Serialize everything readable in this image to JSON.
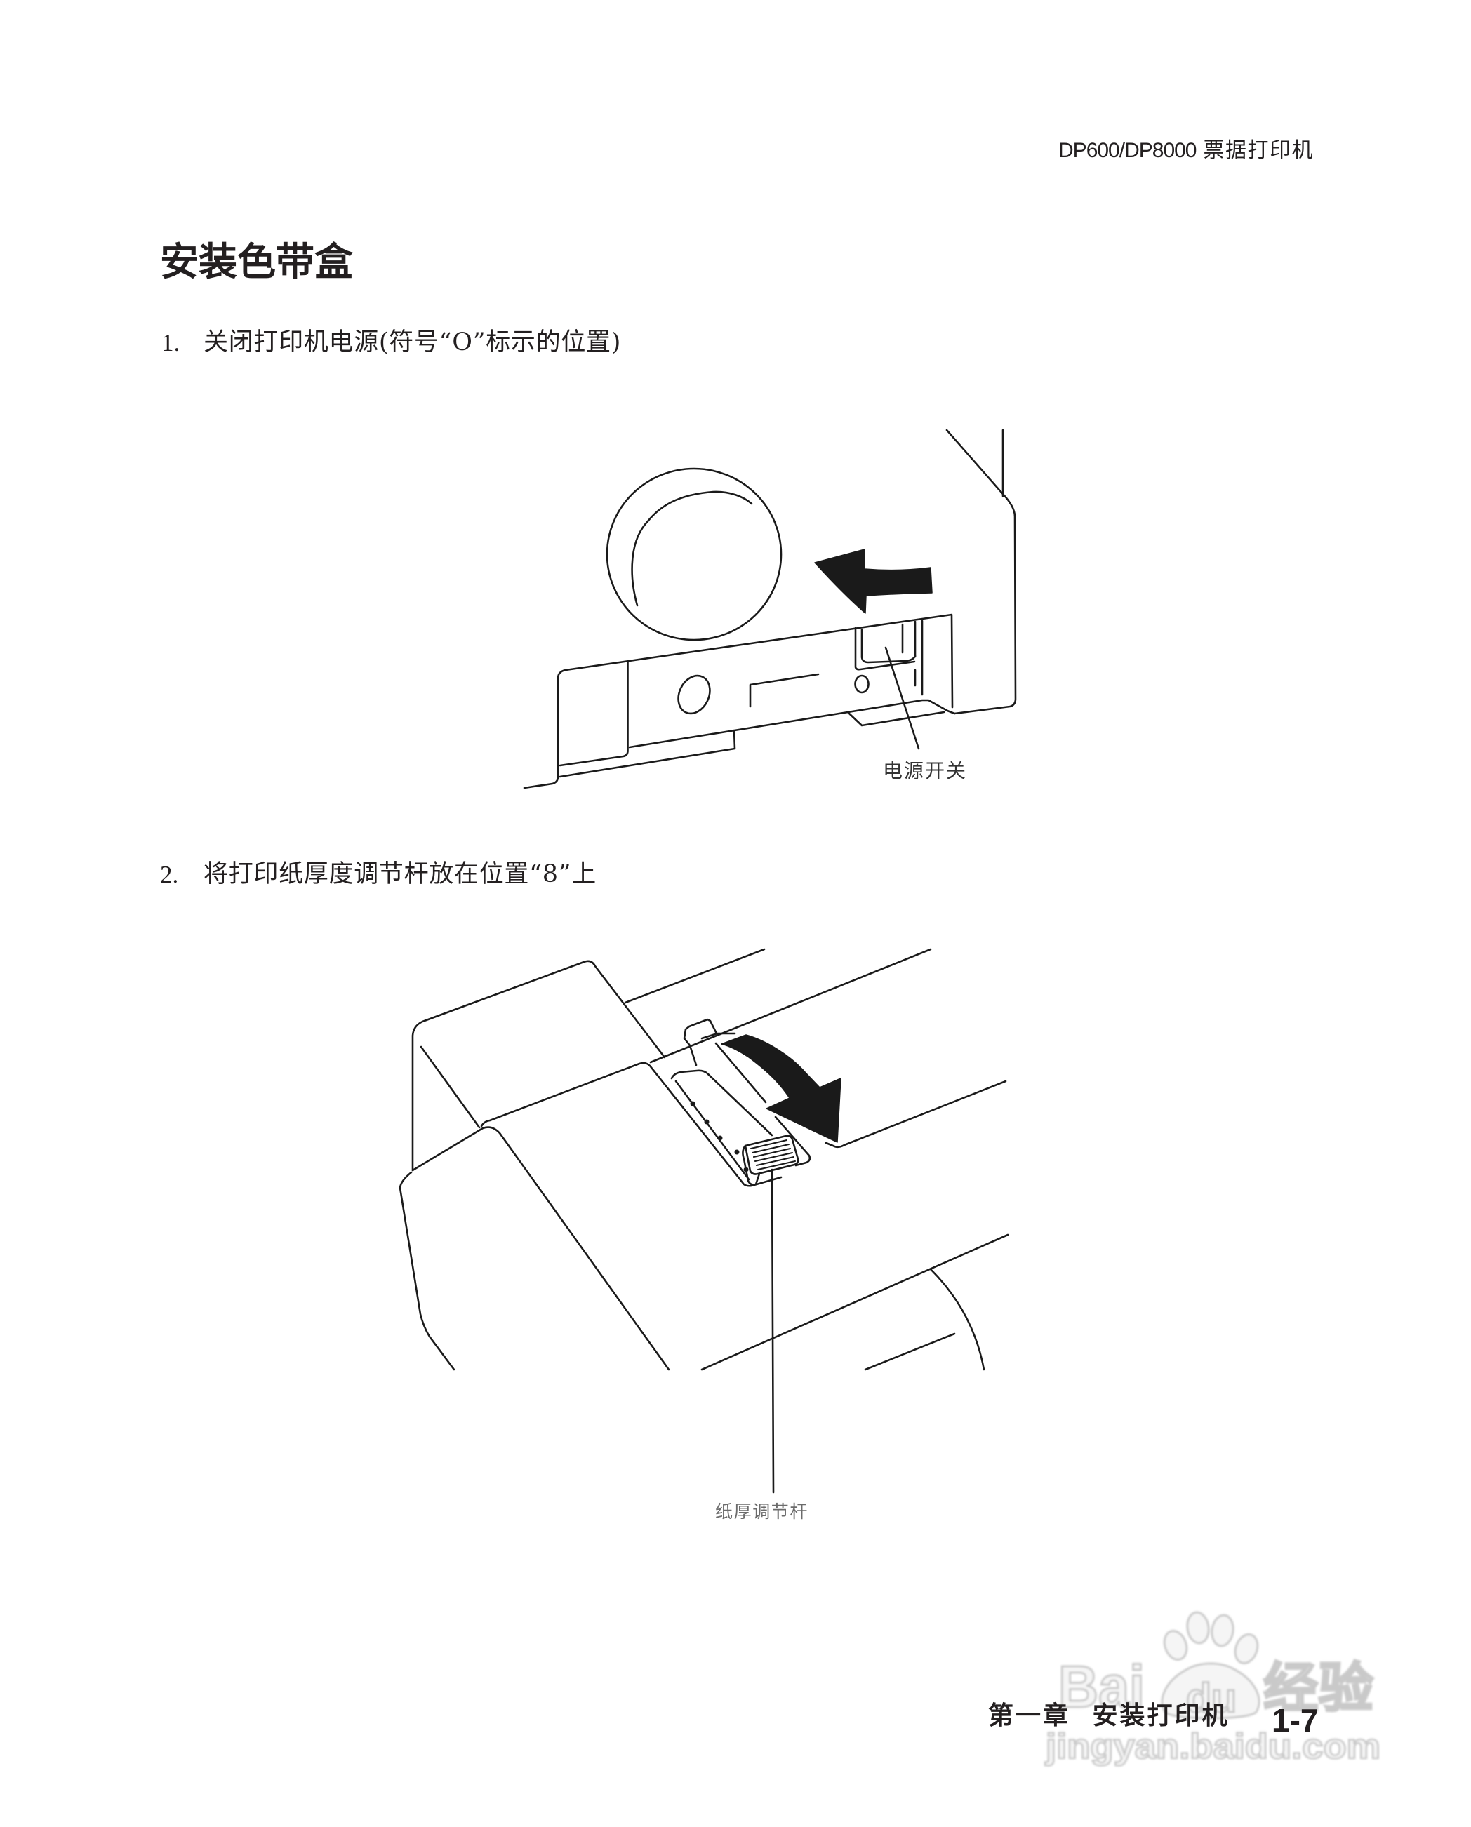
{
  "header": {
    "model": "DP600/DP8000",
    "product": "票据打印机"
  },
  "section": {
    "title": "安装色带盒"
  },
  "steps": [
    {
      "number": "1.",
      "text": "关闭打印机电源(符号“O”标示的位置)"
    },
    {
      "number": "2.",
      "text": "将打印纸厚度调节杆放在位置“8”上"
    }
  ],
  "figures": [
    {
      "callout": "电源开关",
      "arrow_icon": "curved-arrow-left"
    },
    {
      "callout": "纸厚调节杆",
      "arrow_icon": "curved-arrow-down-right"
    }
  ],
  "footer": {
    "chapter": "第一章 安装打印机",
    "page_number": "1-7"
  },
  "watermark": {
    "logo_left": "Bai",
    "logo_paw": "du",
    "logo_right": "经验",
    "url": "jingyan.baidu.com"
  },
  "colors": {
    "text": "#231f20",
    "line_art": "#1a1a1a",
    "callout_gray": "#6b6b6b",
    "watermark_outline": "#c4c4c4",
    "background": "#ffffff"
  }
}
